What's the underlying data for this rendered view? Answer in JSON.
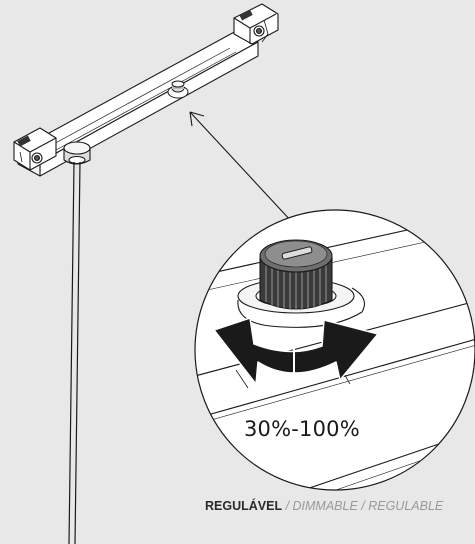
{
  "illustration": {
    "dimming_range": "30%-100%"
  },
  "caption": {
    "primary": "REGULÁVEL",
    "secondary": " / DIMMABLE / REGULABLE"
  },
  "colors": {
    "background": "#e8e8e8",
    "line": "#1a1a1a",
    "arrow": "#1a1a1a",
    "caption_primary": "#2a2a2a",
    "caption_secondary": "#9a9a9a"
  },
  "icons": [
    "track-adapter",
    "dimmer-knob",
    "rotate-arrows"
  ]
}
